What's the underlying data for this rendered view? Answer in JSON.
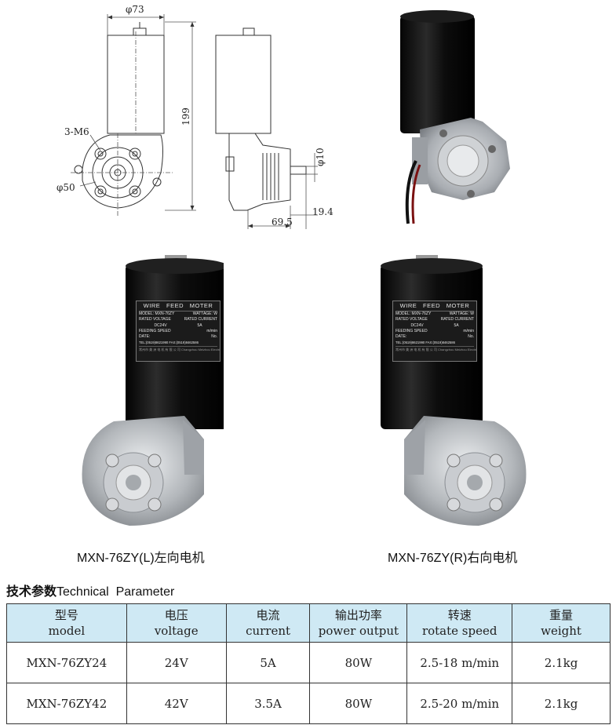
{
  "drawing": {
    "dim_width": "φ73",
    "dim_height": "199",
    "dim_bolts": "3-M6",
    "dim_bolt_circle": "φ50",
    "dim_shaft": "φ10",
    "dim_depth": "69.5",
    "dim_shaft_len": "19.4"
  },
  "product_left": {
    "caption": "MXN-76ZY(L)左向电机",
    "label": {
      "header": "WIRE   FEED   MOTER",
      "model": "MODEL: MXN-76ZY",
      "wattage": "WATTAGE:   W",
      "rated_voltage": "RATED VOLTAGE",
      "rated_current": "RATED CURRENT",
      "voltage_value": "DC24V",
      "current_value": "5A",
      "feeding_speed": "FEEDING SPEED",
      "speed_unit": "m/min",
      "date": "DATE:",
      "no": "No.",
      "tel_fax": "TEL:(0519)8621990   FAX:(0519)8462586",
      "maker": "常州市 美 洲 电 机 有 限 公 司  Changzhou Meizhou Electric-Mechanical"
    }
  },
  "product_right": {
    "caption": "MXN-76ZY(R)右向电机",
    "label": {
      "header": "WIRE   FEED   MOTER",
      "model": "MODEL: MXN-76ZY",
      "wattage": "WATTAGE:   W",
      "rated_voltage": "RATED VOLTAGE",
      "rated_current": "RATED CURRENT",
      "voltage_value": "DC24V",
      "current_value": "5A",
      "feeding_speed": "FEEDING SPEED",
      "speed_unit": "m/min",
      "date": "DATE:",
      "no": "No.",
      "tel_fax": "TEL:(0519)8621990   FAX:(0519)8462586",
      "maker": "常州市 美 洲 电 机 有 限 公 司  Changzhou Meizhou Electric-Mechanical"
    }
  },
  "section": {
    "title_cn": "技术参数",
    "title_en": "Technical  Parameter"
  },
  "table": {
    "headers": [
      {
        "cn": "型号",
        "en": "model"
      },
      {
        "cn": "电压",
        "en": "voltage"
      },
      {
        "cn": "电流",
        "en": "current"
      },
      {
        "cn": "输出功率",
        "en": "power output"
      },
      {
        "cn": "转速",
        "en": "rotate speed"
      },
      {
        "cn": "重量",
        "en": "weight"
      }
    ],
    "rows": [
      [
        "MXN-76ZY24",
        "24V",
        "5A",
        "80W",
        "2.5-18 m/min",
        "2.1kg"
      ],
      [
        "MXN-76ZY42",
        "42V",
        "3.5A",
        "80W",
        "2.5-20 m/min",
        "2.1kg"
      ]
    ]
  },
  "colors": {
    "header_bg": "#cfe9f4",
    "motor_body": "#151515",
    "gearbox": "#b9bcc0"
  }
}
